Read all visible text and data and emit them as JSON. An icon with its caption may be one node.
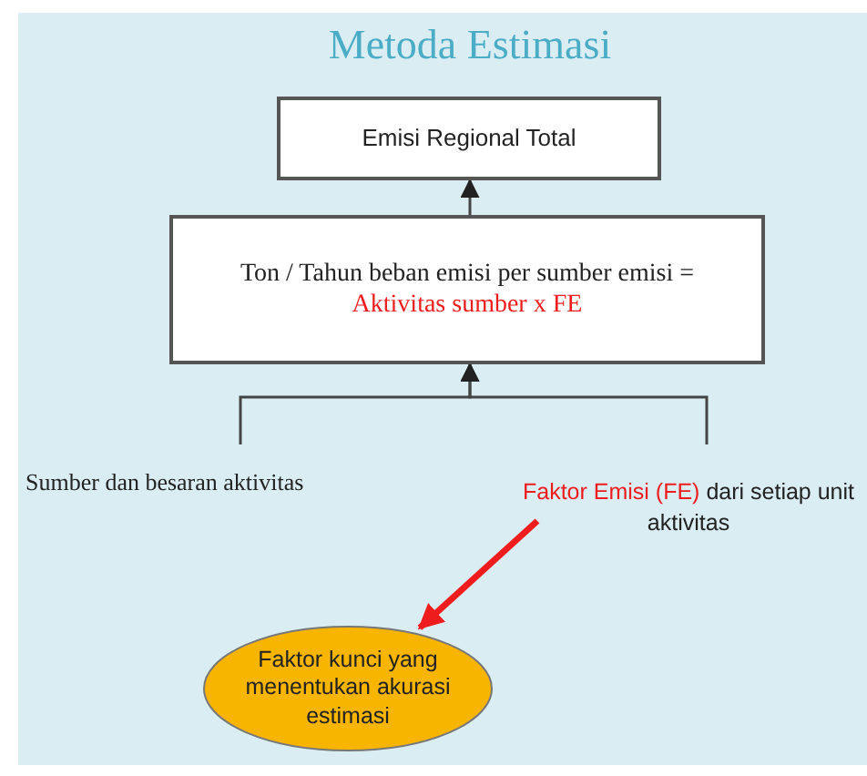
{
  "diagram": {
    "title": "Metoda Estimasi",
    "nodes": [
      {
        "text": [
          "Emisi Regional Total"
        ]
      },
      {
        "text": [
          "Ton / Tahun beban emisi per sumber emisi =",
          "Aktivitas sumber x FE"
        ]
      },
      {
        "text": [
          "Sumber dan besaran aktivitas"
        ]
      },
      {
        "text": [
          "Faktor Emisi (FE)",
          "dari setiap unit aktivitas"
        ]
      },
      {
        "text": [
          "Faktor kunci yang menentukan akurasi estimasi"
        ]
      }
    ],
    "edges": [
      {
        "from": 2,
        "to": 1,
        "arrow": "to"
      },
      {
        "from": 3,
        "to": 1,
        "arrow": "to"
      },
      {
        "from": 1,
        "to": 0,
        "arrow": "to"
      },
      {
        "from": 3,
        "to": 4,
        "arrow": "to",
        "style": "thick",
        "color": "#ee1c1c"
      }
    ]
  }
}
